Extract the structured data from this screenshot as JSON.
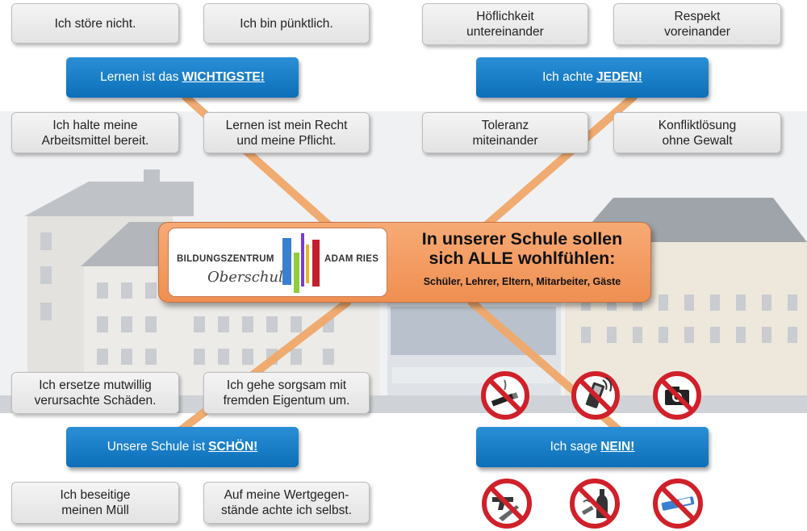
{
  "values": {
    "title": "Lernen ist das",
    "title_emph": "WICHTIGSTE!",
    "items": [
      "Ich störe nicht.",
      "Ich bin pünktlich.",
      "Ich halte meine\nArbeitsmittel bereit.",
      "Lernen ist mein Recht\nund meine Pflicht."
    ]
  },
  "respect": {
    "title": "Ich achte",
    "title_emph": "JEDEN!",
    "items": [
      "Höflichkeit\nuntereinander",
      "Respekt\nvoreinander",
      "Toleranz\nmiteinander",
      "Konfliktlösung\nohne Gewalt"
    ]
  },
  "school": {
    "title": "Unsere Schule ist",
    "title_emph": "SCHÖN!",
    "items": [
      "Ich ersetze mutwillig\nverursachte Schäden.",
      "Ich gehe sorgsam mit\nfremden Eigentum um.",
      "Ich beseitige\nmeinen Müll",
      "Auf meine Wertgegen-\nstände achte ich selbst."
    ]
  },
  "no": {
    "title": "Ich sage",
    "title_emph": "NEIN!",
    "signs": [
      "no-smoking-icon",
      "no-mobile-phone-icon",
      "no-camera-icon",
      "no-weapons-icon",
      "no-alcohol-drugs-icon",
      "no-graffiti-icon"
    ]
  },
  "center": {
    "logo_left": "BILDUNGSZENTRUM",
    "logo_right": "ADAM RIES",
    "logo_script": "Oberschule",
    "headline": "In unserer Schule sollen\nsich ALLE wohlfühlen:",
    "subline": "Schüler, Lehrer, Eltern, Mitarbeiter, Gäste"
  },
  "colors": {
    "accent_blue": "#1480c8",
    "center_orange": "#f29a5e",
    "connector_orange": "#f0a86a",
    "sign_red": "#d0202a"
  }
}
